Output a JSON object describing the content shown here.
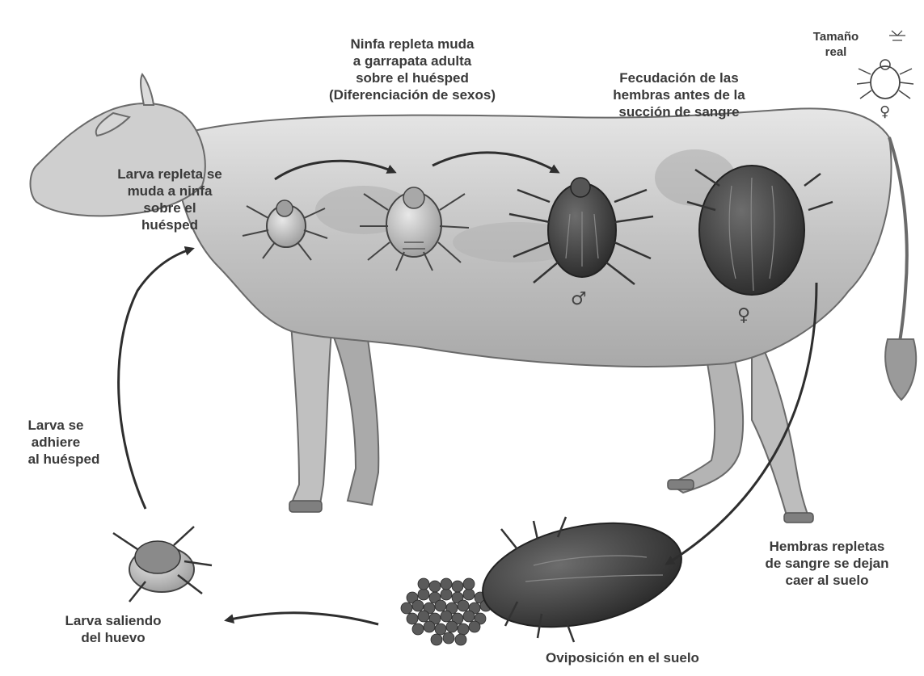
{
  "labels": {
    "ninfa_muda": [
      "Ninfa repleta  muda",
      "a garrapata adulta",
      "sobre el huésped",
      "(Diferenciación de sexos)"
    ],
    "fecundacion": [
      "Fecudación de las",
      "hembras antes de la",
      "succión de sangre"
    ],
    "tamano": [
      "Tamaño",
      "real"
    ],
    "larva_repleta": [
      "Larva repleta se",
      "muda a ninfa",
      "sobre el",
      "huésped"
    ],
    "larva_adhiere": [
      "Larva se",
      "adhiere",
      "al huésped"
    ],
    "larva_saliendo": [
      "Larva saliendo",
      "del huevo"
    ],
    "oviposicion": [
      "Oviposición en el suelo"
    ],
    "hembras_repletas": [
      "Hembras repletas",
      "de sangre se dejan",
      "caer al suelo"
    ]
  },
  "symbols": {
    "male": "♂",
    "female": "♀"
  },
  "colors": {
    "text": "#3a3a3a",
    "cow_body": "#c9c9c9",
    "tick_dark": "#3d3d3d",
    "arrow": "#2e2e2e"
  }
}
